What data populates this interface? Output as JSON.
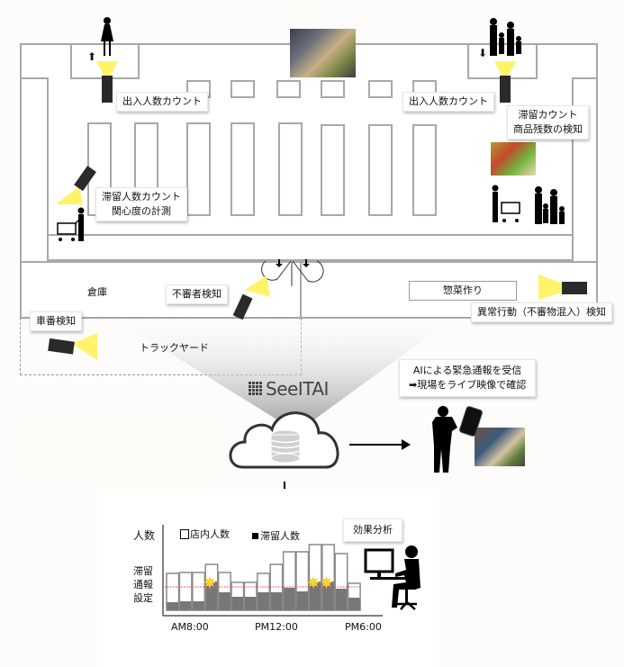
{
  "floor_plan": {
    "labels": {
      "entrance_count_left": "出入人数カウント",
      "entrance_count_right": "出入人数カウント",
      "dwell_stock_right_line1": "滞留カウント",
      "dwell_stock_right_line2": "商品残数の検知",
      "dwell_interest_left_line1": "滞留人数カウント",
      "dwell_interest_left_line2": "関心度の計測",
      "warehouse": "倉庫",
      "suspicious_person": "不審者検知",
      "deli_prep": "惣菜作り",
      "abnormal_behavior": "異常行動（不審物混入）検知",
      "plate_detection": "車番検知",
      "truck_yard": "トラックヤード"
    }
  },
  "brand": {
    "logo_text": "SeeITAI"
  },
  "alert_box": {
    "line1": "AIによる緊急通報を受信",
    "line2": "➡現場をライブ映像で確認"
  },
  "analysis": {
    "button_label": "効果分析"
  },
  "chart_data": {
    "type": "bar",
    "title": "",
    "ylabel": "人数",
    "threshold_label": [
      "滞留",
      "通報",
      "設定"
    ],
    "legend": [
      {
        "name": "店内人数",
        "symbol": "□",
        "color": "#ffffff"
      },
      {
        "name": "滞留人数",
        "symbol": "■",
        "color": "#777777"
      }
    ],
    "legend_placement": "top",
    "x_tick_labels": [
      {
        "label": "AM8:00",
        "index": 0
      },
      {
        "label": "PM12:00",
        "index": 7
      },
      {
        "label": "PM6:00",
        "index": 13
      }
    ],
    "series": [
      {
        "name": "店内人数",
        "values": [
          41,
          42,
          42,
          51,
          42,
          31,
          31,
          41,
          51,
          65,
          65,
          73,
          73,
          63,
          30
        ]
      },
      {
        "name": "滞留人数",
        "values": [
          9,
          10,
          10,
          32,
          20,
          15,
          15,
          20,
          20,
          25,
          21,
          32,
          32,
          24,
          14
        ]
      }
    ],
    "threshold": 26,
    "alert_indices": [
      3,
      11,
      12
    ],
    "ylim": [
      0,
      90
    ],
    "grid": false
  },
  "colors": {
    "threshold_line": "#e53935",
    "alert_star": "#f6d431",
    "camera_beam": "#fff36a",
    "wall": "#a8a8a8"
  }
}
